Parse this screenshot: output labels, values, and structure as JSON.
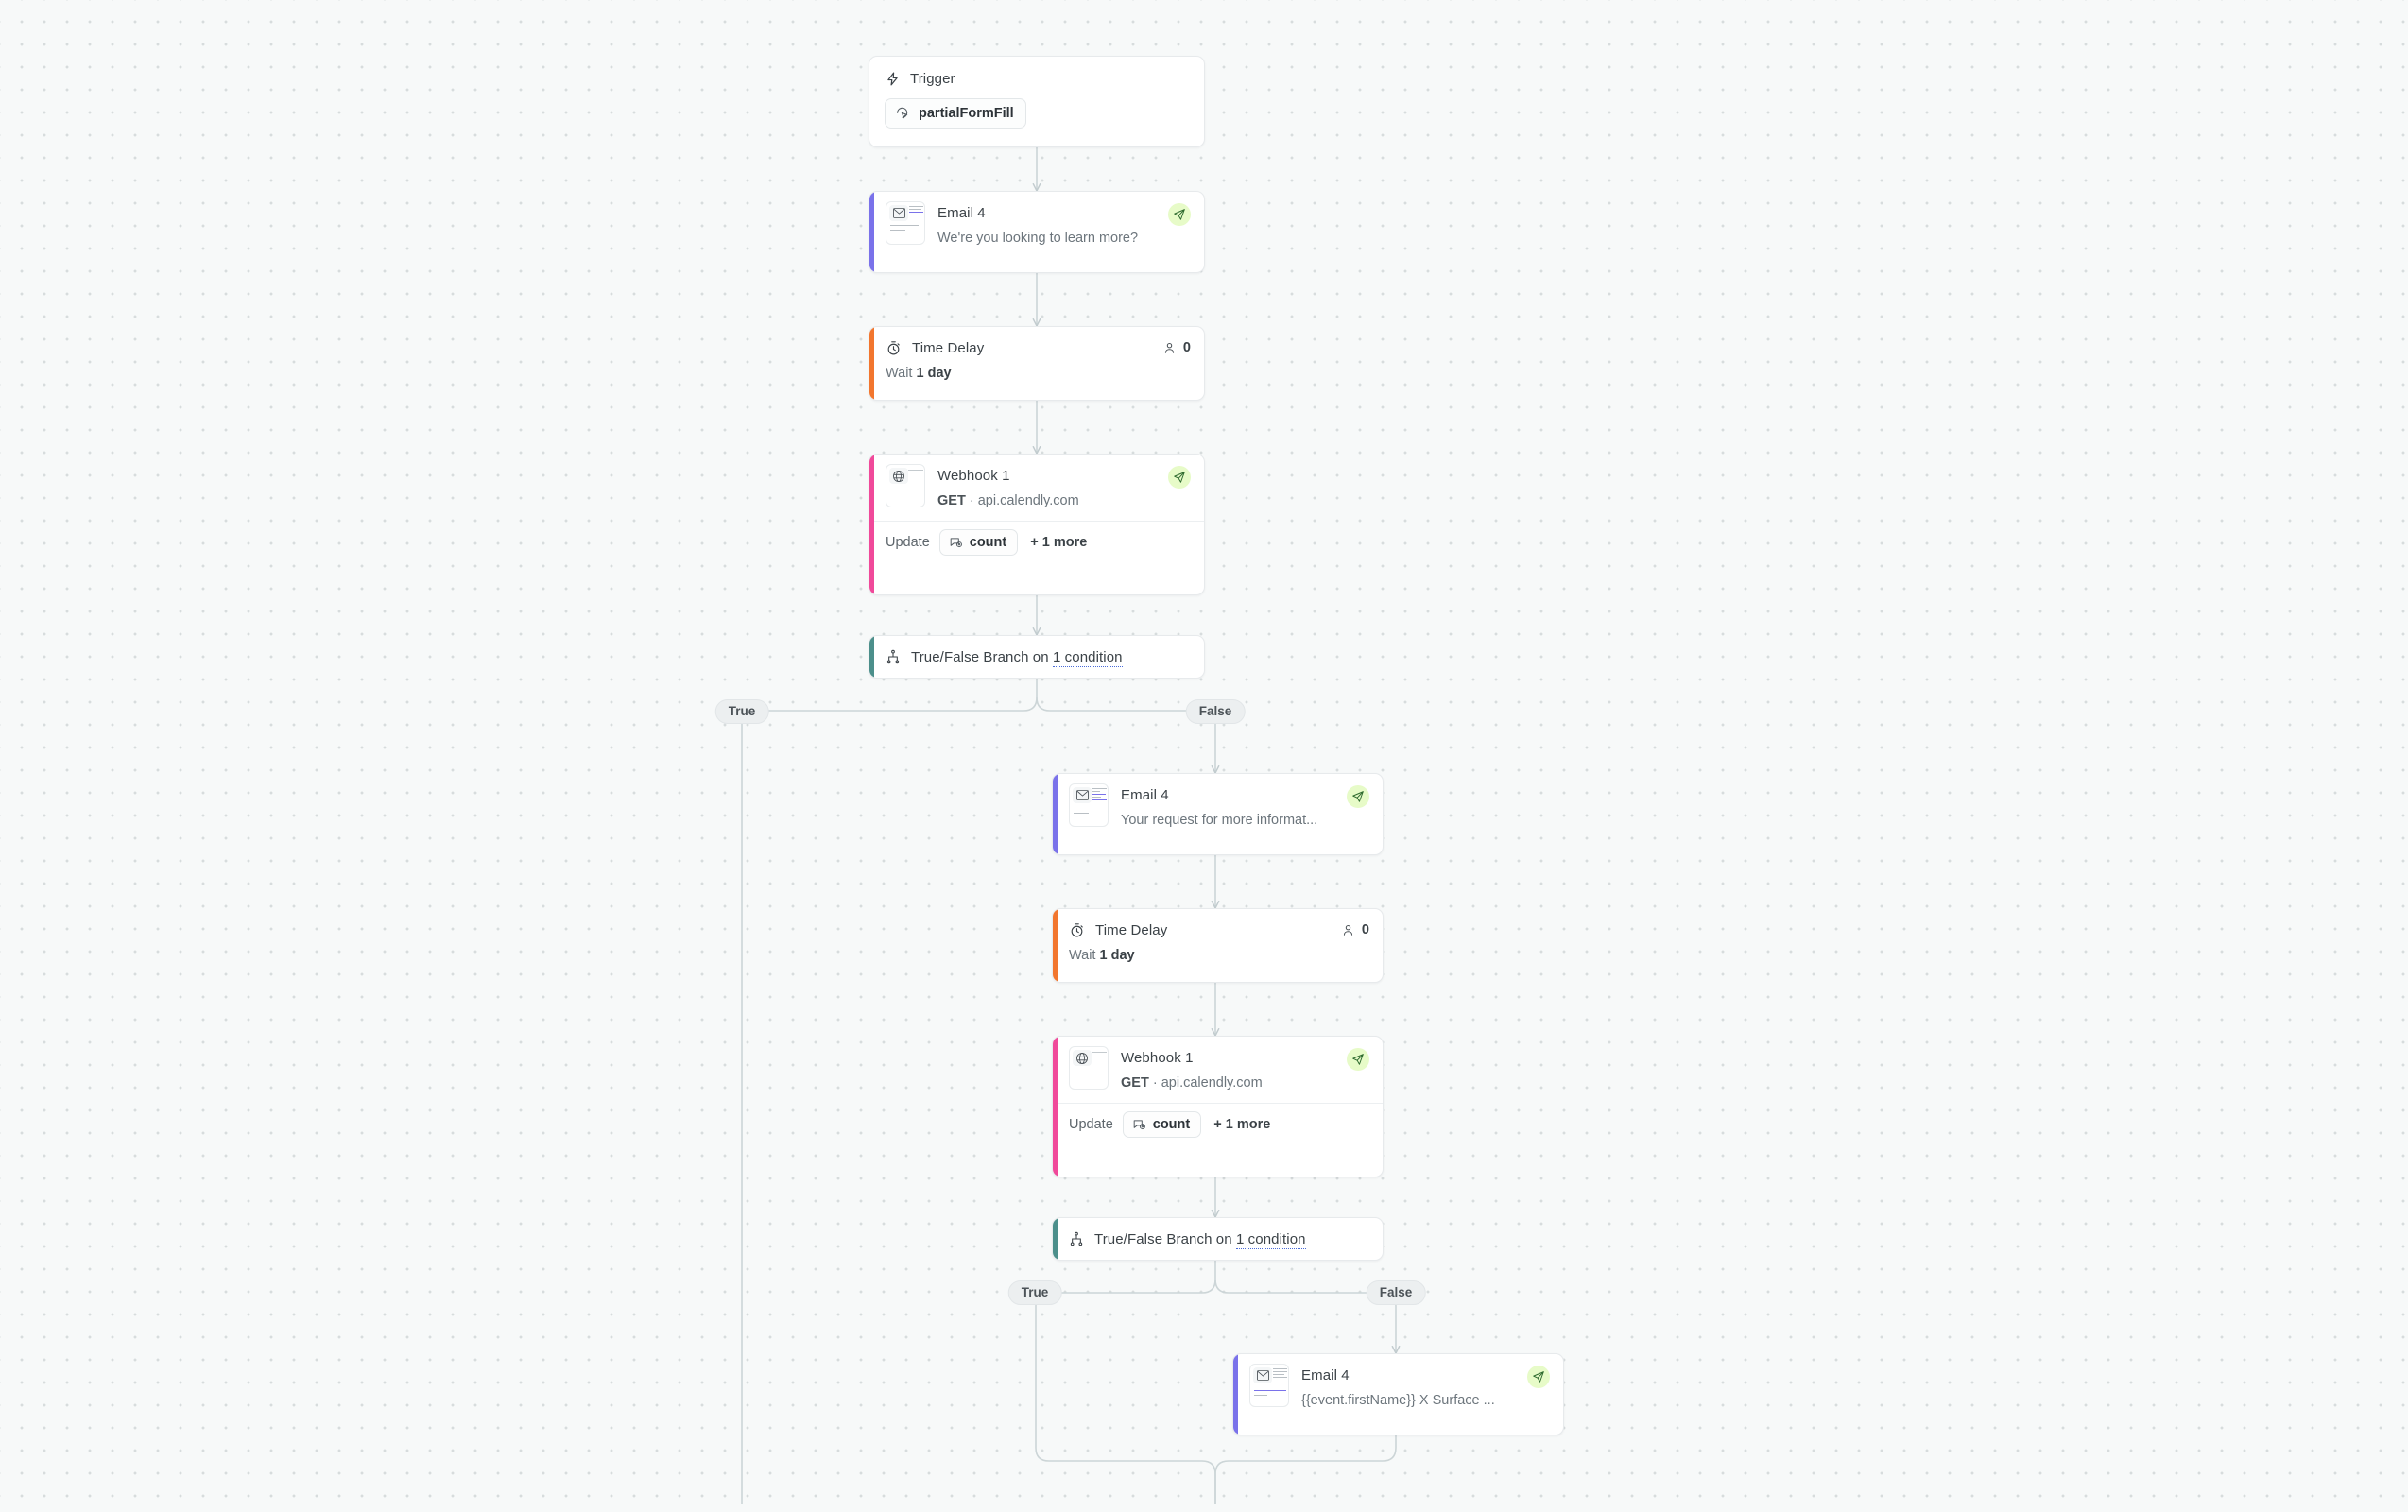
{
  "canvas": {
    "background_color": "#f7f9f9",
    "dot_color": "#d7dcdd",
    "edge_color": "#ccd5d7"
  },
  "colors": {
    "email_accent": "#7a72ea",
    "delay_accent": "#f2762e",
    "webhook_accent": "#f0499a",
    "branch_accent": "#4c8f8b",
    "send_badge_bg": "#e7fbc8",
    "link_underline": "#4a6bd8"
  },
  "nodes": {
    "trigger": {
      "icon": "lightning-bolt-icon",
      "title": "Trigger",
      "chip_icon": "cursor-click-icon",
      "chip_label": "partialFormFill"
    },
    "email_1": {
      "icon": "email-thumbnail-icon",
      "title": "Email 4",
      "subject": "We're you looking to learn more?",
      "status_icon": "send-paper-plane-icon"
    },
    "delay_1": {
      "icon": "stopwatch-icon",
      "title": "Time Delay",
      "people_icon": "person-icon",
      "people_count": "0",
      "wait_prefix": "Wait",
      "wait_value": "1 day"
    },
    "webhook_1": {
      "icon": "globe-icon",
      "title": "Webhook 1",
      "method": "GET",
      "separator": "·",
      "host": "api.calendly.com",
      "status_icon": "send-paper-plane-icon",
      "update_label": "Update",
      "chip_icon": "attribute-count-icon",
      "chip_label": "count",
      "more_label": "+ 1 more"
    },
    "branch_1": {
      "icon": "branch-hierarchy-icon",
      "text_prefix": "True/False Branch on ",
      "text_link": "1 condition",
      "true_label": "True",
      "false_label": "False"
    },
    "email_2": {
      "icon": "email-thumbnail-icon",
      "title": "Email 4",
      "subject": "Your request for more informat...",
      "status_icon": "send-paper-plane-icon"
    },
    "delay_2": {
      "icon": "stopwatch-icon",
      "title": "Time Delay",
      "people_icon": "person-icon",
      "people_count": "0",
      "wait_prefix": "Wait",
      "wait_value": "1 day"
    },
    "webhook_2": {
      "icon": "globe-icon",
      "title": "Webhook 1",
      "method": "GET",
      "separator": "·",
      "host": "api.calendly.com",
      "status_icon": "send-paper-plane-icon",
      "update_label": "Update",
      "chip_icon": "attribute-count-icon",
      "chip_label": "count",
      "more_label": "+ 1 more"
    },
    "branch_2": {
      "icon": "branch-hierarchy-icon",
      "text_prefix": "True/False Branch on ",
      "text_link": "1 condition",
      "true_label": "True",
      "false_label": "False"
    },
    "email_3": {
      "icon": "email-thumbnail-icon",
      "title": "Email 4",
      "subject": "{{event.firstName}} X Surface ...",
      "status_icon": "send-paper-plane-icon"
    }
  }
}
